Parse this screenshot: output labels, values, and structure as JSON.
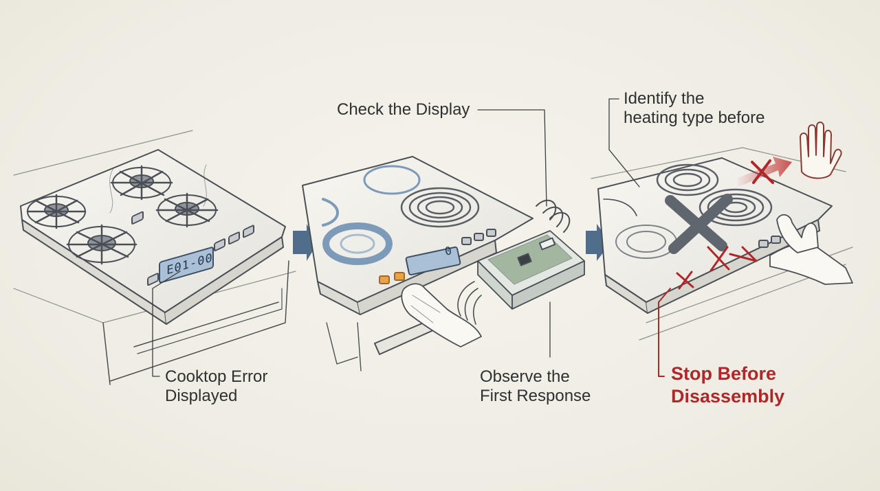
{
  "panels": [
    {
      "id": "panel-1",
      "caption_lines": [
        "Cooktop Error",
        "Displayed"
      ],
      "display_code": "E01-00"
    },
    {
      "id": "panel-2",
      "top_label": "Check the Display",
      "caption_lines": [
        "Observe the",
        "First Response"
      ],
      "display_code": "0"
    },
    {
      "id": "panel-3",
      "top_label_lines": [
        "Identify the",
        "heating type before"
      ],
      "warning_lines": [
        "Stop Before",
        "Disassembly"
      ]
    }
  ],
  "colors": {
    "line": "#4a4f55",
    "arrow": "#3f5e82",
    "warning": "#b0272a",
    "display": "#a9c0d6",
    "orange_button": "#e9a349",
    "board_green": "#6f8f6a"
  },
  "icons": [
    "arrow-right-icon",
    "stop-hand-icon",
    "x-mark-icon",
    "no-entry-arrow-icon"
  ]
}
